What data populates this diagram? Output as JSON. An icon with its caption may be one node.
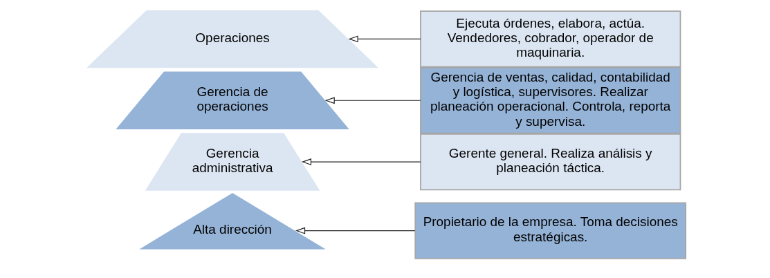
{
  "diagram": {
    "nodes": [
      {
        "text": [
          "Alta dirección"
        ]
      },
      {
        "text": [
          "Propietario de la empresa. Toma decisiones estratégicas."
        ]
      },
      {
        "text": [
          "Gerencia administrativa"
        ]
      },
      {
        "text": [
          "Gerente general. Realiza análisis y planeación táctica."
        ]
      },
      {
        "text": [
          "Gerencia de operaciones"
        ]
      },
      {
        "text": [
          "Gerencia de ventas, calidad, contabilidad y logística, supervisores. Realizar planeación operacional. Controla, reporta y supervisa."
        ]
      },
      {
        "text": [
          "Operaciones"
        ]
      },
      {
        "text": [
          "Ejecuta órdenes, elabora, actúa. Vendedores, cobrador, operador de maquinaria."
        ]
      }
    ],
    "edges": [
      {
        "from": 1,
        "to": 0,
        "arrow": "to"
      },
      {
        "from": 3,
        "to": 2,
        "arrow": "to"
      },
      {
        "from": 5,
        "to": 4,
        "arrow": "to"
      },
      {
        "from": 7,
        "to": 6,
        "arrow": "to"
      }
    ]
  }
}
